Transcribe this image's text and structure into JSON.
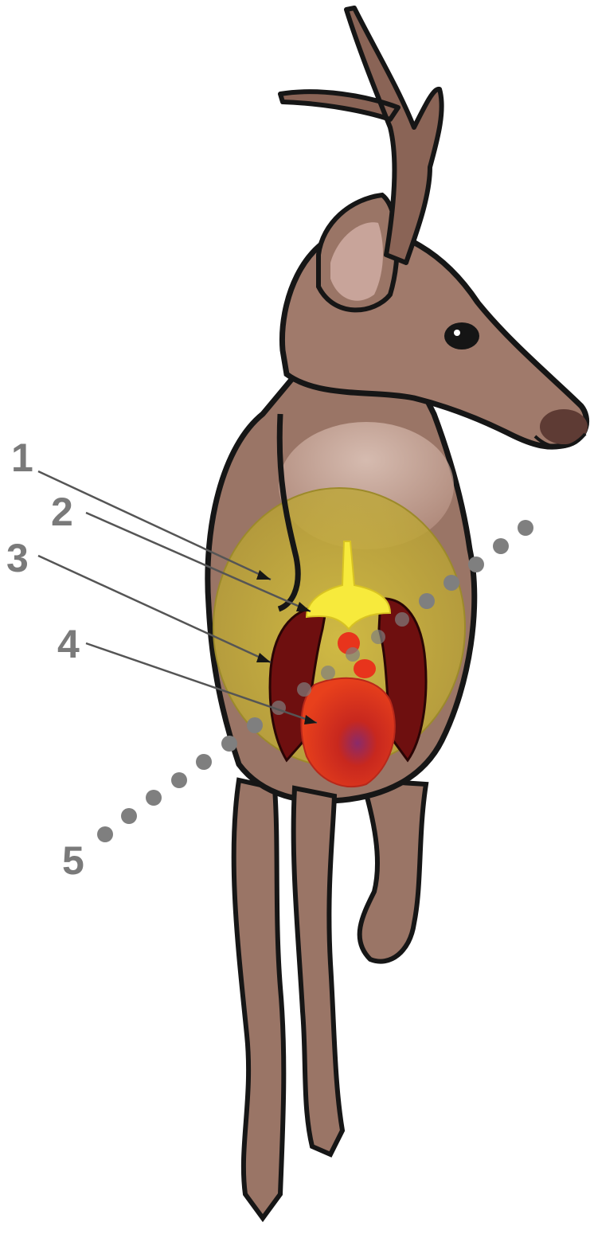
{
  "labels": [
    {
      "id": "1",
      "text": "1"
    },
    {
      "id": "2",
      "text": "2"
    },
    {
      "id": "3",
      "text": "3"
    },
    {
      "id": "4",
      "text": "4"
    },
    {
      "id": "5",
      "text": "5"
    }
  ],
  "colors": {
    "fur": "#9a7566",
    "fur_light": "#c9a89b",
    "outline": "#161616",
    "vital_zone": "#c8b53a",
    "spine": "#f7ea3c",
    "lungs": "#6e0f0f",
    "heart": "#e8341c",
    "label": "#7a7a7a"
  }
}
